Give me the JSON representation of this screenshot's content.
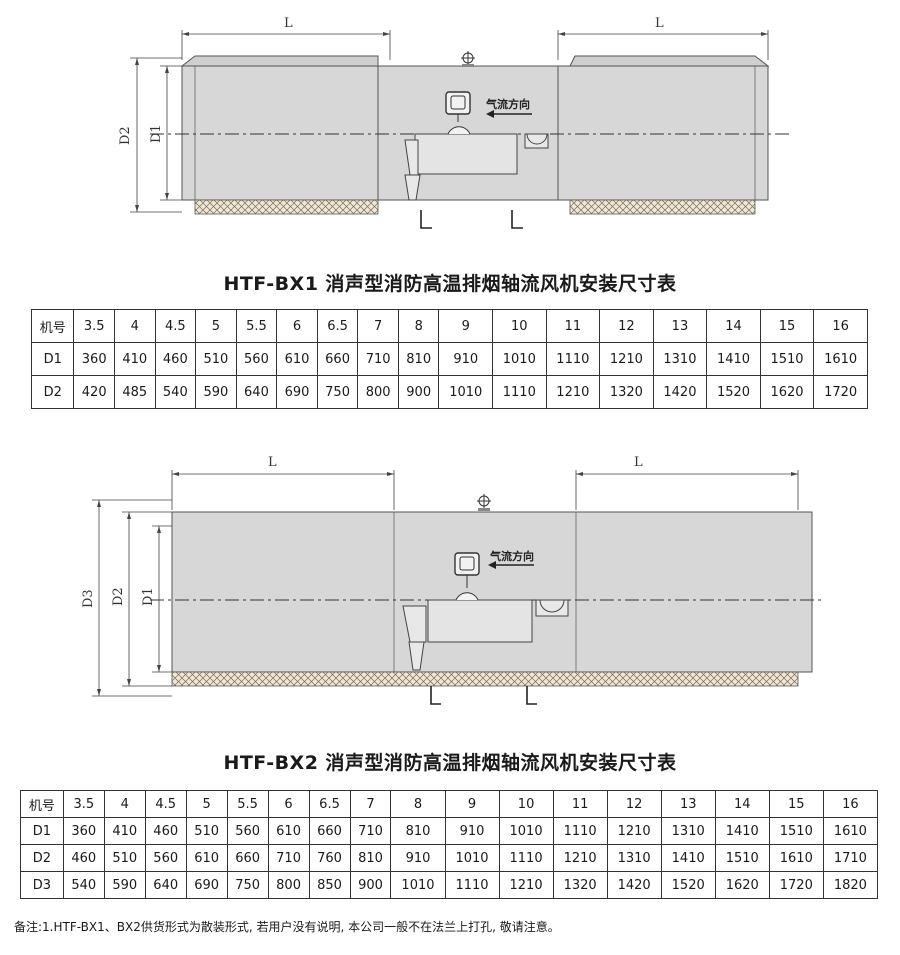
{
  "drawing1": {
    "dim_L_left": "L",
    "dim_L_right": "L",
    "dim_D2": "D2",
    "dim_D1": "D1",
    "flow_label": "气流方向"
  },
  "drawing2": {
    "dim_L_left": "L",
    "dim_L_right": "L",
    "dim_D3": "D3",
    "dim_D2": "D2",
    "dim_D1": "D1",
    "flow_label": "气流方向"
  },
  "table1": {
    "title": "HTF-BX1 消声型消防高温排烟轴流风机安装尺寸表",
    "rows": [
      [
        "机号",
        "3.5",
        "4",
        "4.5",
        "5",
        "5.5",
        "6",
        "6.5",
        "7",
        "8",
        "9",
        "10",
        "11",
        "12",
        "13",
        "14",
        "15",
        "16"
      ],
      [
        "D1",
        "360",
        "410",
        "460",
        "510",
        "560",
        "610",
        "660",
        "710",
        "810",
        "910",
        "1010",
        "1110",
        "1210",
        "1310",
        "1410",
        "1510",
        "1610"
      ],
      [
        "D2",
        "420",
        "485",
        "540",
        "590",
        "640",
        "690",
        "750",
        "800",
        "900",
        "1010",
        "1110",
        "1210",
        "1320",
        "1420",
        "1520",
        "1620",
        "1720"
      ]
    ]
  },
  "table2": {
    "title": "HTF-BX2 消声型消防高温排烟轴流风机安装尺寸表",
    "rows": [
      [
        "机号",
        "3.5",
        "4",
        "4.5",
        "5",
        "5.5",
        "6",
        "6.5",
        "7",
        "8",
        "9",
        "10",
        "11",
        "12",
        "13",
        "14",
        "15",
        "16"
      ],
      [
        "D1",
        "360",
        "410",
        "460",
        "510",
        "560",
        "610",
        "660",
        "710",
        "810",
        "910",
        "1010",
        "1110",
        "1210",
        "1310",
        "1410",
        "1510",
        "1610"
      ],
      [
        "D2",
        "460",
        "510",
        "560",
        "610",
        "660",
        "710",
        "760",
        "810",
        "910",
        "1010",
        "1110",
        "1210",
        "1310",
        "1410",
        "1510",
        "1610",
        "1710"
      ],
      [
        "D3",
        "540",
        "590",
        "640",
        "690",
        "750",
        "800",
        "850",
        "900",
        "1010",
        "1110",
        "1210",
        "1320",
        "1420",
        "1520",
        "1620",
        "1720",
        "1820"
      ]
    ]
  },
  "note": "备注:1.HTF-BX1、BX2供货形式为散装形式, 若用户没有说明, 本公司一般不在法兰上打孔, 敬请注意。"
}
